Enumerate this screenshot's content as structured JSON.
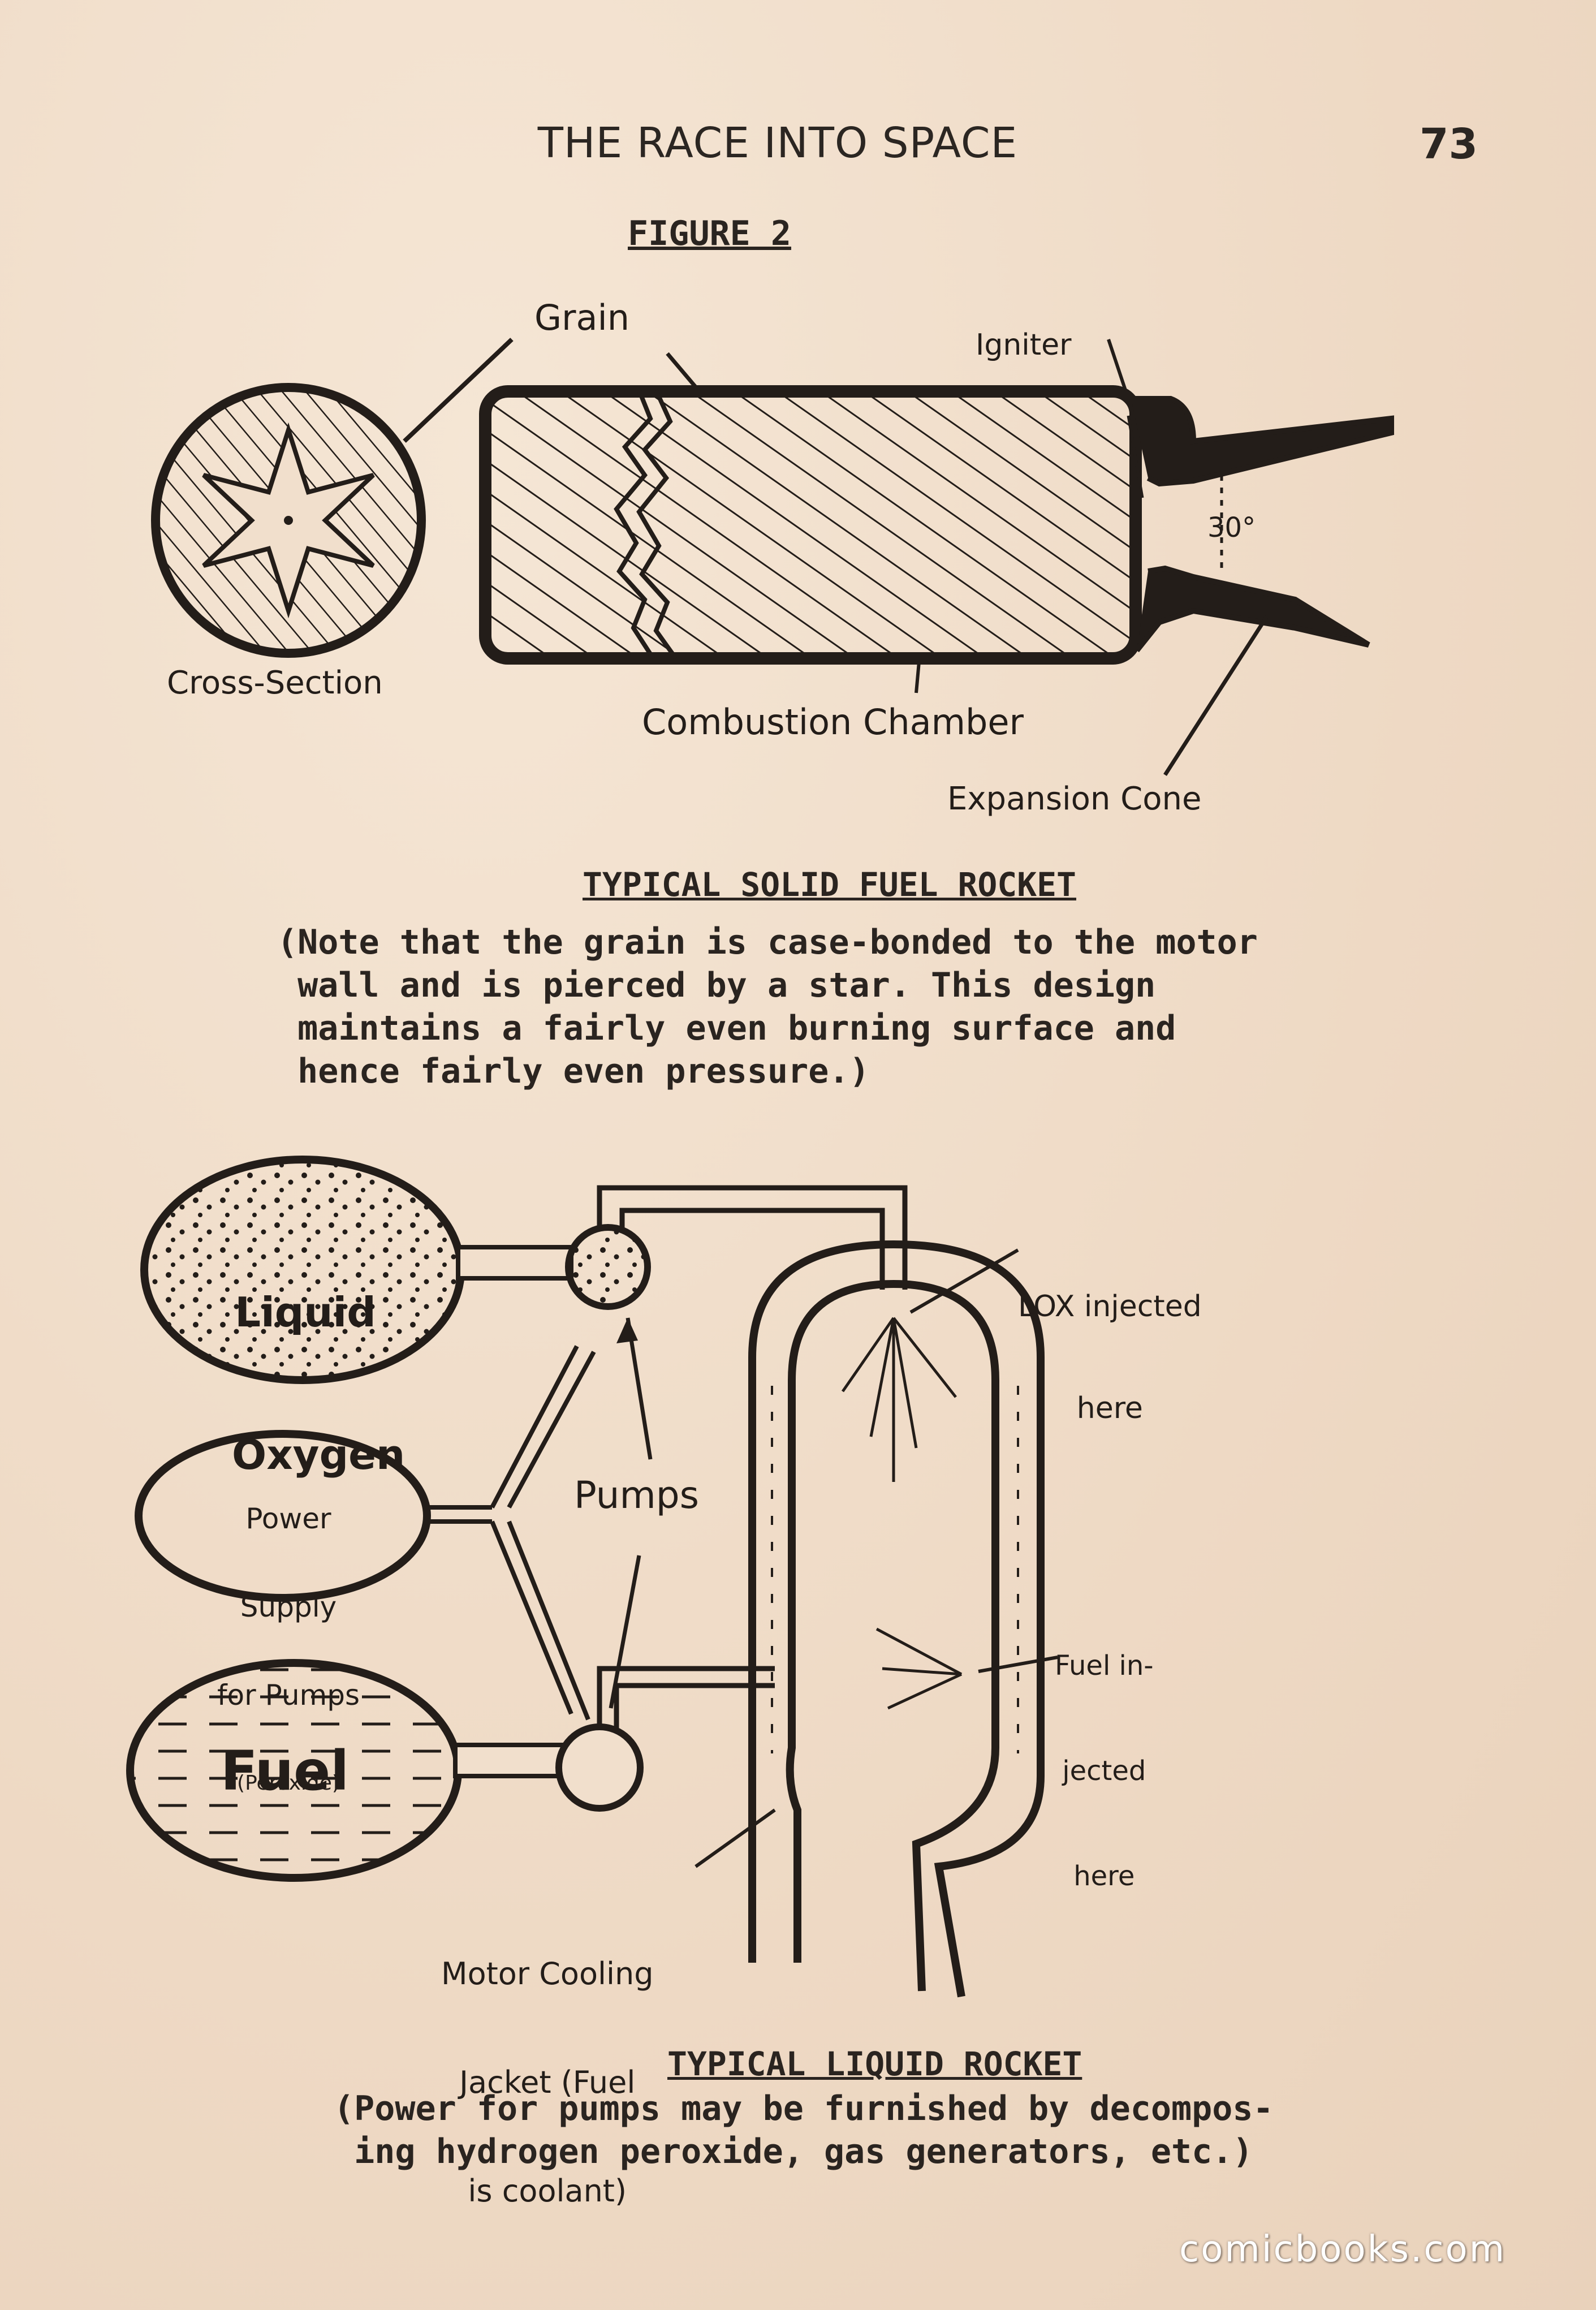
{
  "header": {
    "title": "THE RACE INTO SPACE",
    "page_number": "73"
  },
  "figure": {
    "label": "FIGURE 2"
  },
  "solid_rocket": {
    "labels": {
      "grain": "Grain",
      "igniter": "Igniter",
      "cross_section": "Cross-Section",
      "combustion_chamber": "Combustion Chamber",
      "expansion_cone": "Expansion Cone",
      "angle": "30°"
    },
    "caption": "TYPICAL SOLID FUEL ROCKET",
    "note_lines": [
      "(Note that the grain is case-bonded to the motor",
      " wall and is pierced by a star. This design",
      " maintains a fairly even burning surface and",
      " hence fairly even pressure.)"
    ]
  },
  "liquid_rocket": {
    "labels": {
      "liquid_oxygen": [
        "Liquid",
        "Oxygen"
      ],
      "power_supply": [
        "Power",
        "Supply",
        "for Pumps",
        "(Peroxide)"
      ],
      "fuel": "Fuel",
      "pumps": "Pumps",
      "lox_injected": [
        "LOX injected",
        "here"
      ],
      "fuel_injected": [
        "Fuel in-",
        "jected",
        "here"
      ],
      "cooling_jacket": [
        "Motor Cooling",
        "Jacket (Fuel",
        "is coolant)"
      ]
    },
    "caption": "TYPICAL LIQUID ROCKET",
    "note_lines": [
      "(Power for pumps may be furnished by decompos-",
      " ing hydrogen peroxide, gas generators, etc.)"
    ]
  },
  "watermark": "comicbooks.com",
  "colors": {
    "paper": "#f1dfcc",
    "ink": "#231d19",
    "watermark": "#ffffff"
  }
}
